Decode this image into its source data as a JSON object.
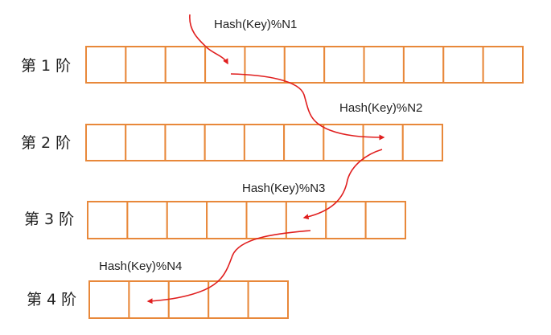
{
  "colors": {
    "cell_border": "#E8883A",
    "arrow": "#E01E1E",
    "text": "#222222"
  },
  "tiers": [
    {
      "label": "第 1 阶",
      "hash": "Hash(Key)%N1",
      "cells": 11
    },
    {
      "label": "第 2 阶",
      "hash": "Hash(Key)%N2",
      "cells": 9
    },
    {
      "label": "第 3 阶",
      "hash": "Hash(Key)%N3",
      "cells": 8
    },
    {
      "label": "第 4 阶",
      "hash": "Hash(Key)%N4",
      "cells": 5
    }
  ]
}
